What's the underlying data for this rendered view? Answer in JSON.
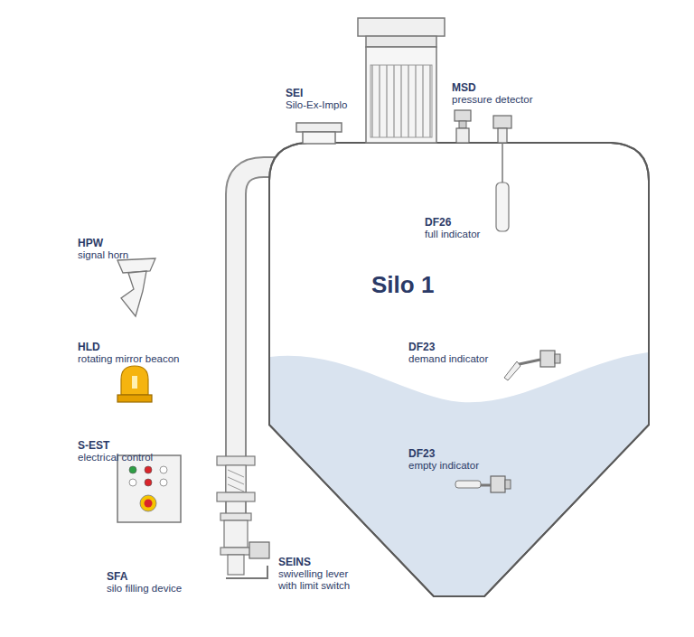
{
  "diagram": {
    "nodes": [
      {
        "text": [
          "Silo 1"
        ]
      }
    ],
    "labels": [
      "SEI",
      "Silo-Ex-Implo",
      "MSD",
      "pressure detector",
      "DF26",
      "full indicator",
      "HPW",
      "signal horn",
      "HLD",
      "rotating mirror beacon",
      "S-EST",
      "electrical control",
      "DF23",
      "demand indicator",
      "DF23",
      "empty indicator",
      "SFA",
      "silo filling device",
      "SEINS",
      "swivelling lever with limit switch"
    ]
  }
}
